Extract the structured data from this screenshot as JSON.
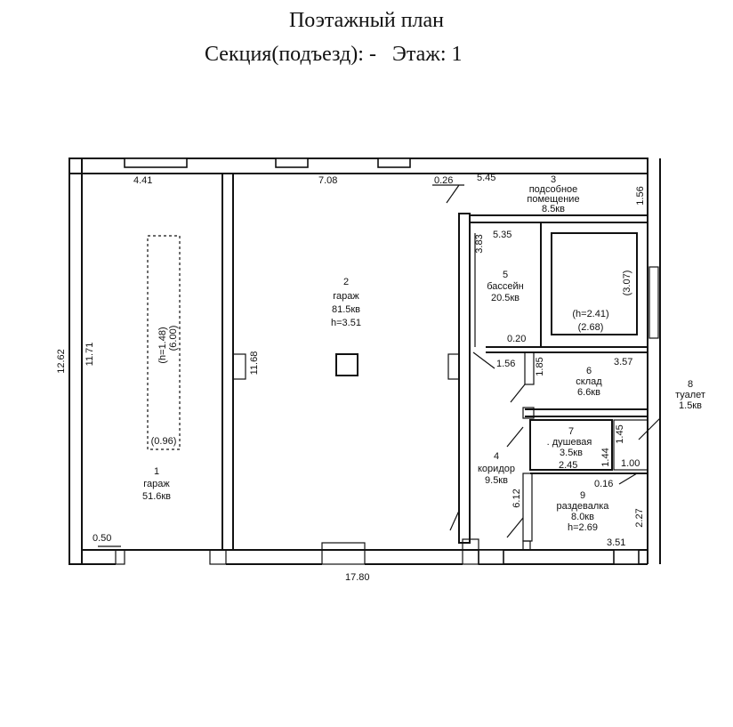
{
  "header": {
    "title": "Поэтажный план",
    "section": "Секция(подъезд): -",
    "floor": "Этаж:  1"
  },
  "rooms": [
    {
      "num": "1",
      "name": "гараж",
      "area": "51.6кв"
    },
    {
      "num": "2",
      "name": "гараж",
      "area": "81.5кв",
      "height": "h=3.51"
    },
    {
      "num": "3",
      "name": "подсобное",
      "name2": "помещение",
      "area": "8.5кв"
    },
    {
      "num": "4",
      "name": "коридор",
      "area": "9.5кв"
    },
    {
      "num": "5",
      "name": "бассейн",
      "area": "20.5кв",
      "inner_h": "(h=2.41)",
      "inner_d": "(2.68)",
      "inner_v": "(3.07)"
    },
    {
      "num": "6",
      "name": "склад",
      "area": "6.6кв"
    },
    {
      "num": "7",
      "name": ". душевая",
      "area": "3.5кв"
    },
    {
      "num": "8",
      "name": "туалет",
      "area": "1.5кв"
    },
    {
      "num": "9",
      "name": "раздевалка",
      "area": "8.0кв",
      "height": "h=2.69"
    }
  ],
  "pit": {
    "h": "(h=1.48)",
    "len": "(6.00)",
    "w": "(0.96)"
  },
  "dims": {
    "d441": "4.41",
    "d708": "7.08",
    "d026": "0.26",
    "d545": "5.45",
    "d156a": "1.56",
    "d1262": "12.62",
    "d1171": "11.71",
    "d1168": "11.68",
    "d050": "0.50",
    "d1780": "17.80",
    "d535": "5.35",
    "d383": "3.83",
    "d020": "0.20",
    "d156b": "1.56",
    "d185": "1.85",
    "d357": "3.57",
    "d145": "1.45",
    "d100": "1.00",
    "d144": "1.44",
    "d245": "2.45",
    "d016": "0.16",
    "d612": "6.12",
    "d227": "2.27",
    "d351": "3.51"
  }
}
